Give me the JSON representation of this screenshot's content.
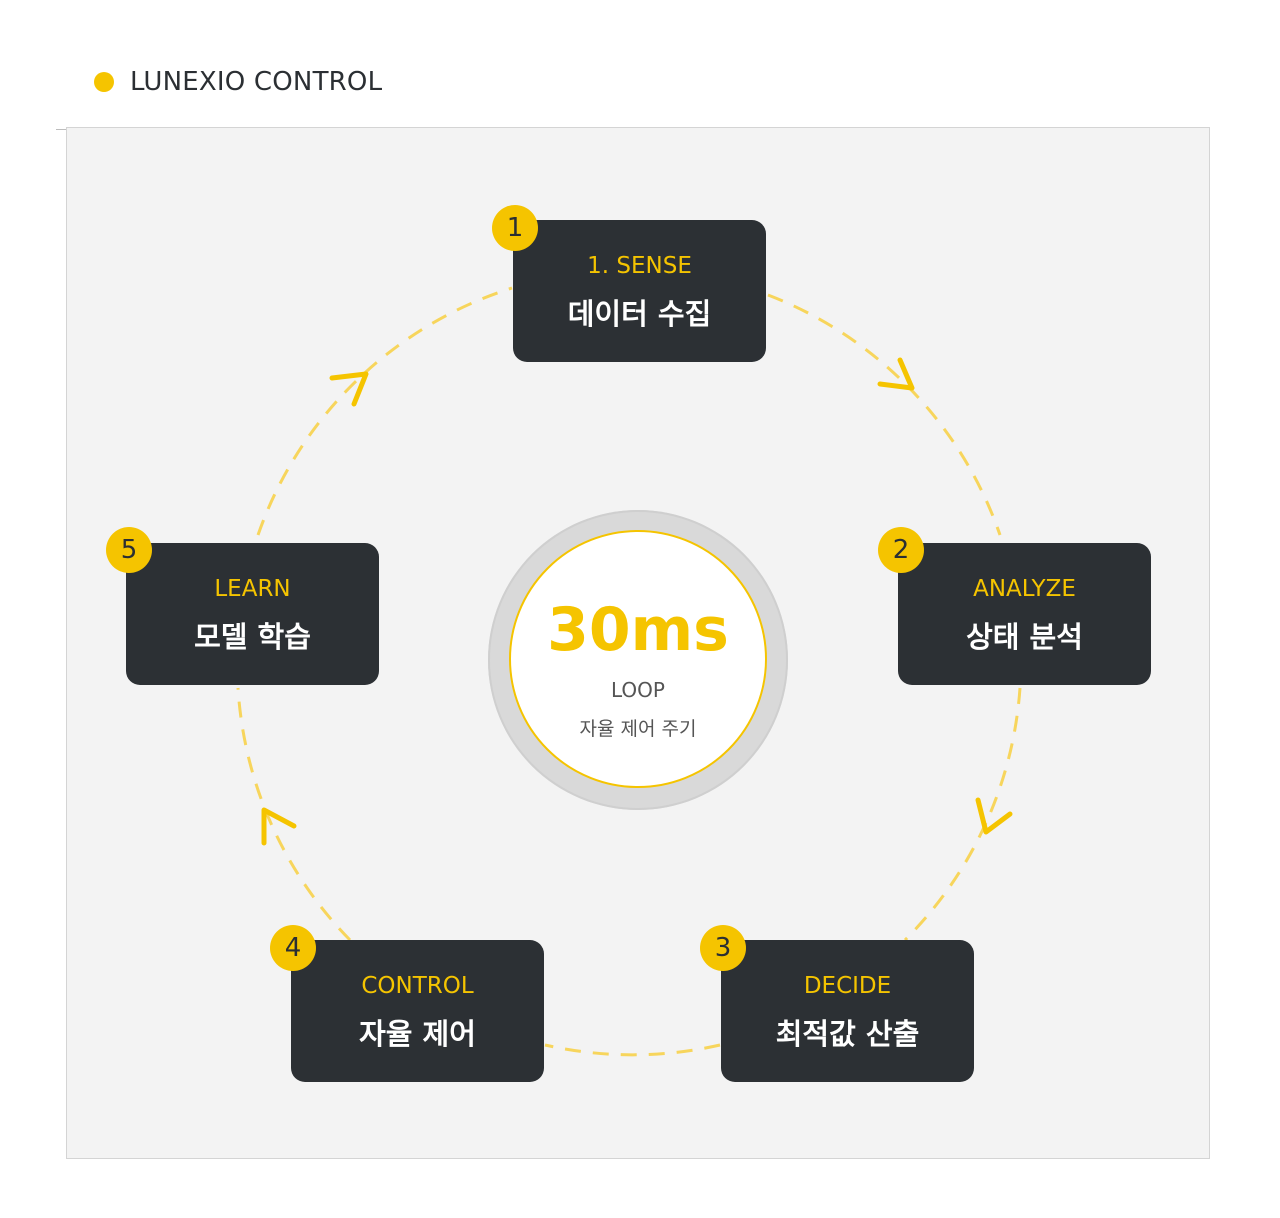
{
  "header": {
    "title": "LUNEXIO CONTROL"
  },
  "center": {
    "value": "30ms",
    "label": "LOOP",
    "description": "자율 제어 주기"
  },
  "steps": [
    {
      "badge": "1",
      "step": "1. SENSE",
      "label": "데이터 수집"
    },
    {
      "badge": "2",
      "step": "ANALYZE",
      "label": "상태 분석"
    },
    {
      "badge": "3",
      "step": "DECIDE",
      "label": "최적값 산출"
    },
    {
      "badge": "4",
      "step": "CONTROL",
      "label": "자율 제어"
    },
    {
      "badge": "5",
      "step": "LEARN",
      "label": "모델 학습"
    }
  ],
  "colors": {
    "accent": "#f5c400",
    "node_bg": "#2c3034",
    "panel_bg": "#f3f3f3"
  }
}
